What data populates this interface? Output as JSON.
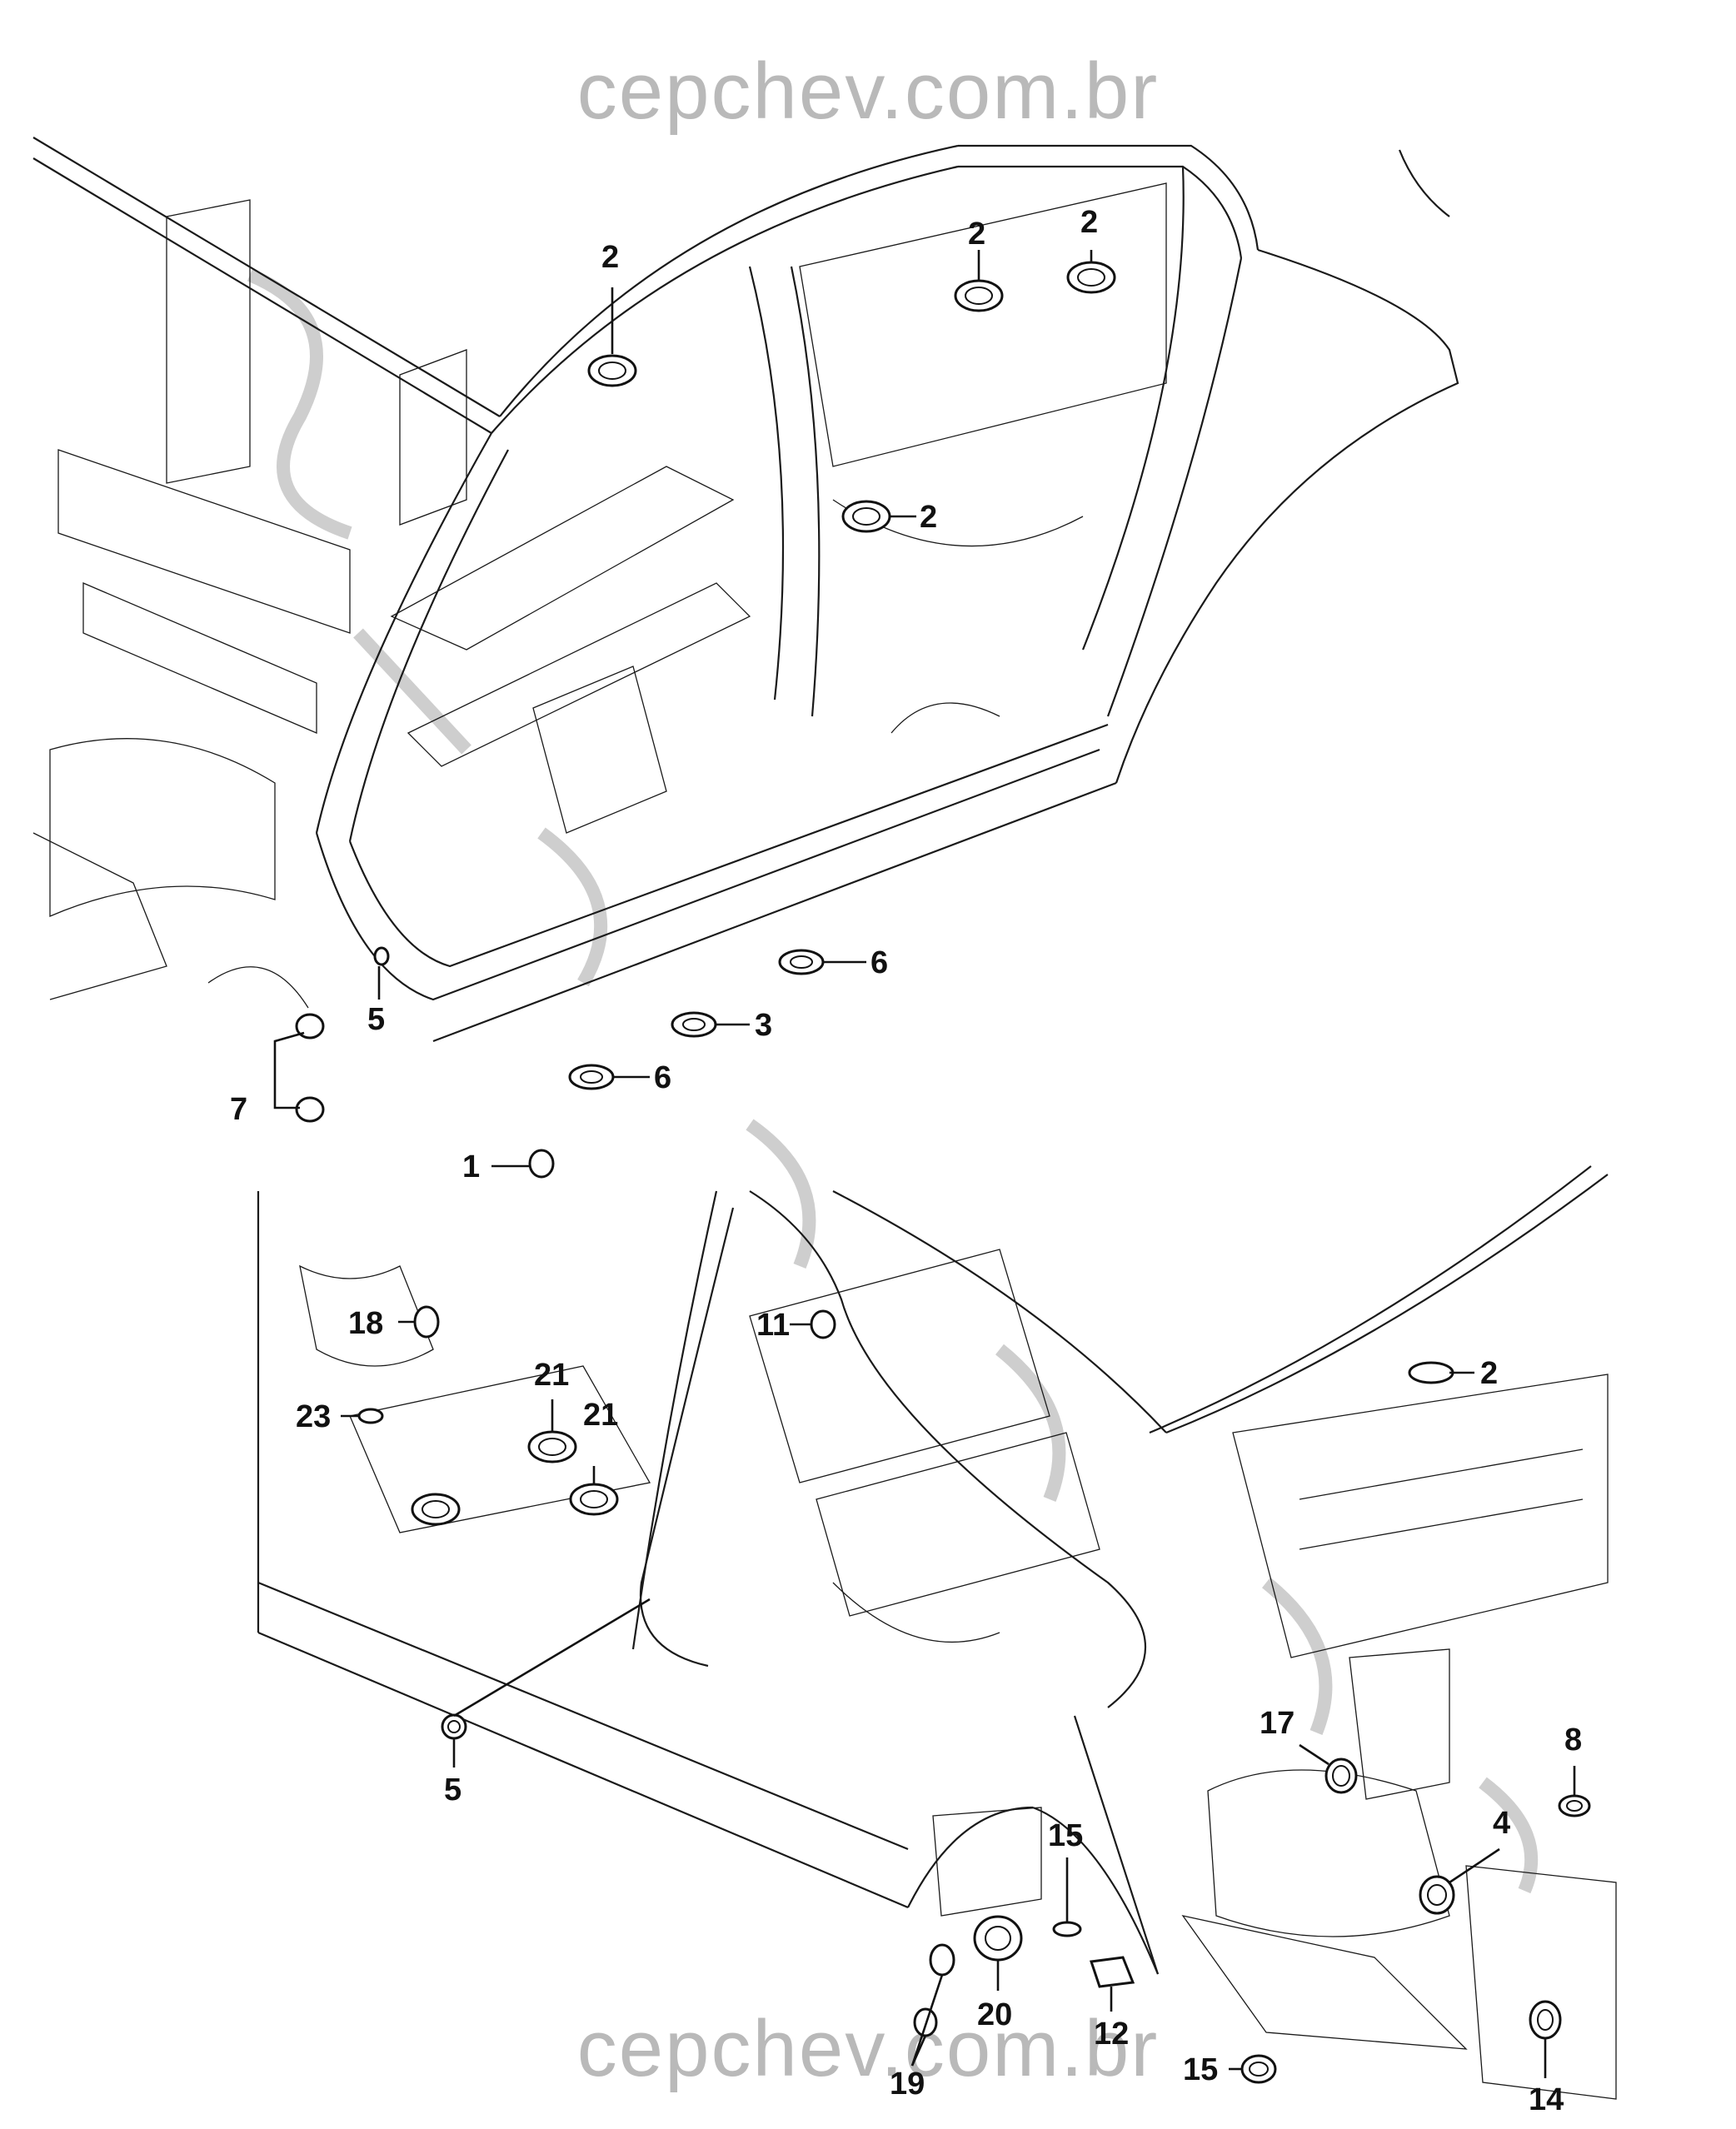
{
  "watermark": {
    "top": "cepchev.com.br",
    "bottom": "cepchev.com.br",
    "color": "#b9b9b9"
  },
  "callouts": {
    "c_2a": "2",
    "c_2b": "2",
    "c_2c": "2",
    "c_2d": "2",
    "c_2e": "2",
    "c_6a": "6",
    "c_3": "3",
    "c_6b": "6",
    "c_5a": "5",
    "c_7": "7",
    "c_1": "1",
    "c_18": "18",
    "c_11": "11",
    "c_21a": "21",
    "c_21b": "21",
    "c_23": "23",
    "c_5b": "5",
    "c_17": "17",
    "c_8": "8",
    "c_4": "4",
    "c_15a": "15",
    "c_20": "20",
    "c_19": "19",
    "c_12": "12",
    "c_15b": "15",
    "c_14": "14"
  }
}
